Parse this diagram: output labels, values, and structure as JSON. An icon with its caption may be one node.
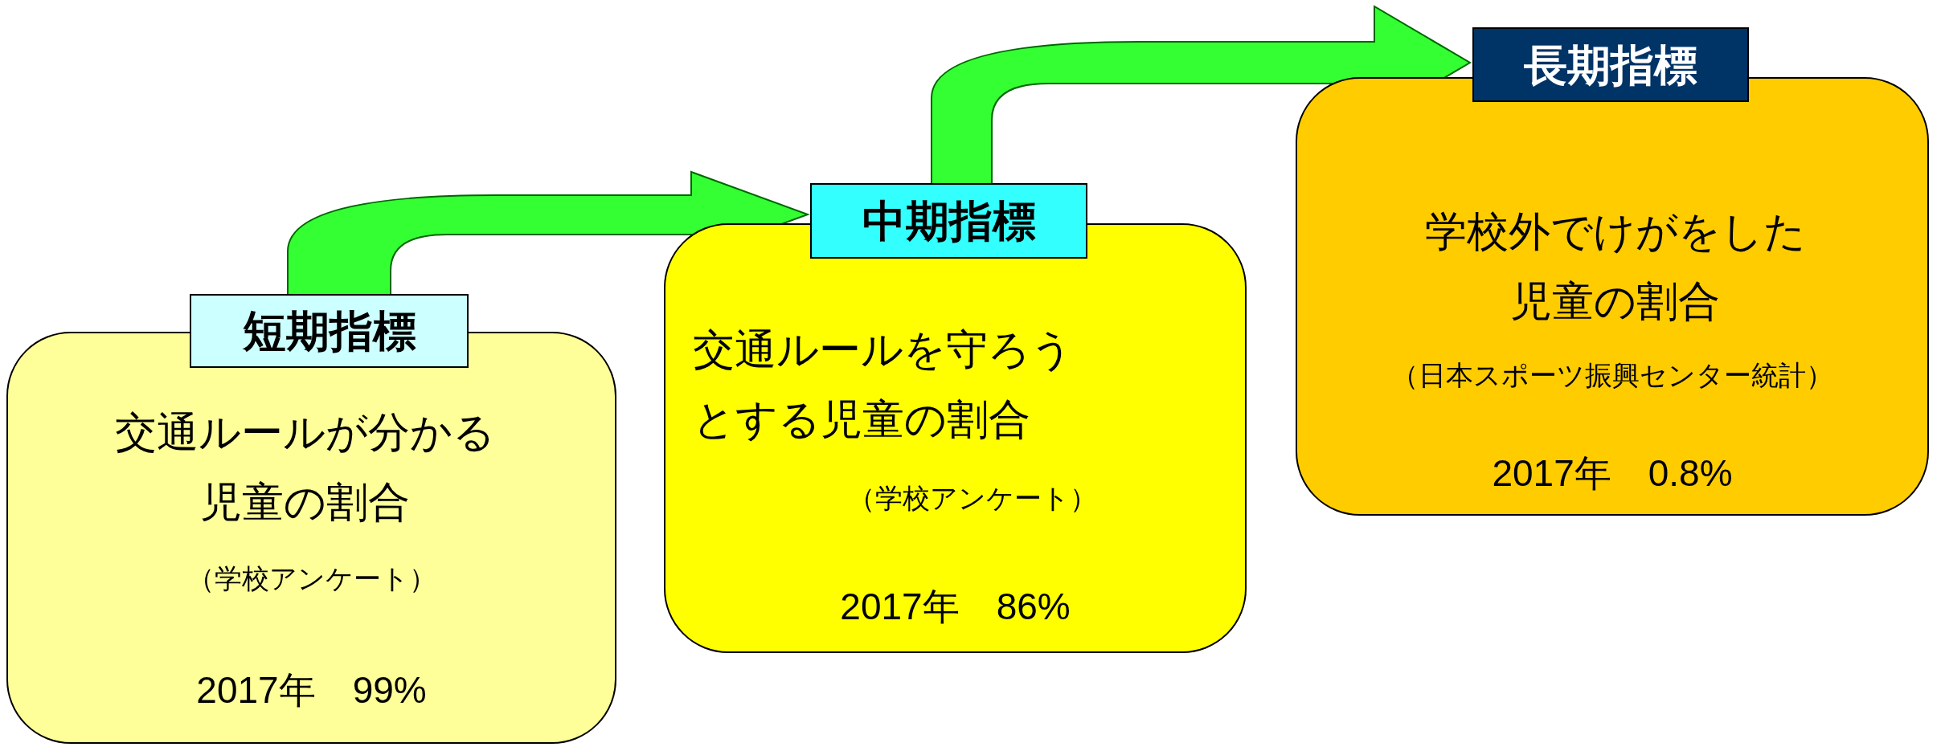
{
  "diagram": {
    "nodes": [
      {
        "text": [
          "短期指標",
          "交通ルールが分かる児童の割合",
          "（学校アンケート）",
          "2017年　99%"
        ]
      },
      {
        "text": [
          "中期指標",
          "交通ルールを守ろうとする児童の割合",
          "（学校アンケート）",
          "2017年　86%"
        ]
      },
      {
        "text": [
          "長期指標",
          "学校外でけがをした児童の割合",
          "（日本スポーツ振興センター統計）",
          "2017年　0.8%"
        ]
      }
    ],
    "edges": [
      {
        "from": 0,
        "to": 1,
        "arrow": "to"
      },
      {
        "from": 1,
        "to": 2,
        "arrow": "to"
      }
    ]
  }
}
